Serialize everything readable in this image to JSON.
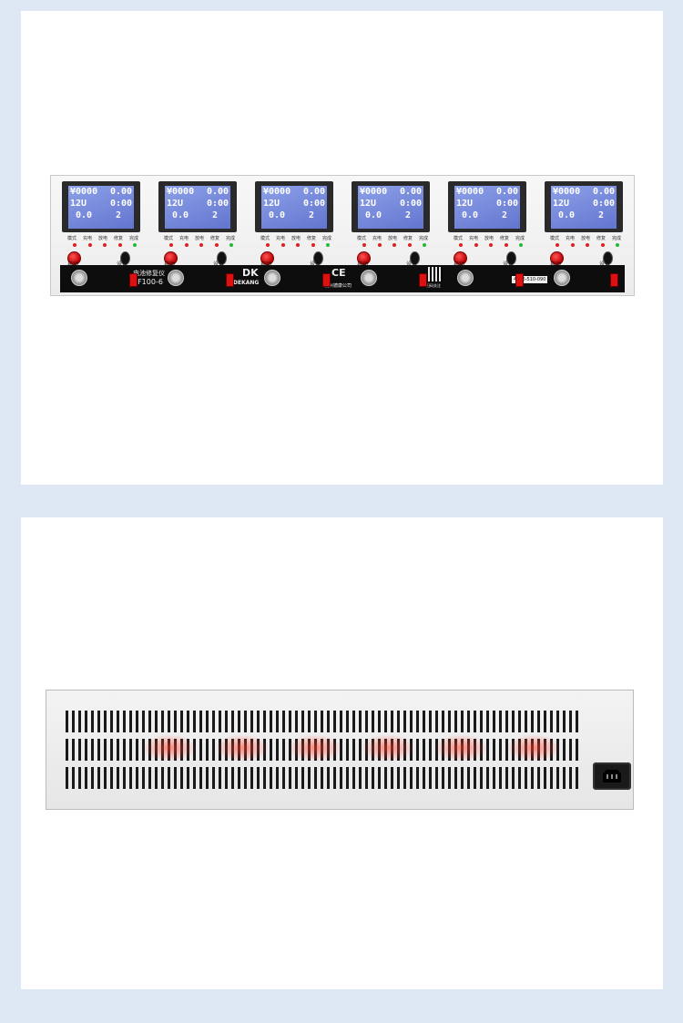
{
  "colors": {
    "page_bg": "#dde8f4",
    "card_bg": "#ffffff",
    "lcd_bg": "#6f82d8",
    "led_red": "#dd2222",
    "led_green": "#22bb33"
  },
  "front_panel": {
    "modules": [
      {
        "l1a": "¥0000",
        "l1b": "0.00",
        "l2a": "12U",
        "l2b": "0:00",
        "l3a": "0.0",
        "l3b": "2",
        "led_labels": [
          "模式",
          "充电",
          "放电",
          "修复",
          "完成"
        ],
        "start_label": "启动",
        "set_label": "设置"
      },
      {
        "l1a": "¥0000",
        "l1b": "0.00",
        "l2a": "12U",
        "l2b": "0:00",
        "l3a": "0.0",
        "l3b": "2",
        "led_labels": [
          "模式",
          "充电",
          "放电",
          "修复",
          "完成"
        ],
        "start_label": "启动",
        "set_label": "设置"
      },
      {
        "l1a": "¥0000",
        "l1b": "0.00",
        "l2a": "12U",
        "l2b": "0:00",
        "l3a": "0.0",
        "l3b": "2",
        "led_labels": [
          "模式",
          "充电",
          "放电",
          "修复",
          "完成"
        ],
        "start_label": "启动",
        "set_label": "设置"
      },
      {
        "l1a": "¥0000",
        "l1b": "0.00",
        "l2a": "12U",
        "l2b": "0:00",
        "l3a": "0.0",
        "l3b": "2",
        "led_labels": [
          "模式",
          "充电",
          "放电",
          "修复",
          "完成"
        ],
        "start_label": "启动",
        "set_label": "设置"
      },
      {
        "l1a": "¥0000",
        "l1b": "0.00",
        "l2a": "12U",
        "l2b": "0:00",
        "l3a": "0.0",
        "l3b": "2",
        "led_labels": [
          "模式",
          "充电",
          "放电",
          "修复",
          "完成"
        ],
        "start_label": "启动",
        "set_label": "设置"
      },
      {
        "l1a": "¥0000",
        "l1b": "0.00",
        "l2a": "12U",
        "l2b": "0:00",
        "l3a": "0.0",
        "l3b": "2",
        "led_labels": [
          "模式",
          "充电",
          "放电",
          "修复",
          "完成"
        ],
        "start_label": "启动",
        "set_label": "设置"
      }
    ],
    "product_name": "电池修复仪",
    "model": "SF100-6",
    "brand_mark": "DK",
    "brand_name": "DEKANG",
    "certification": "CE",
    "company": "杭州德康公司",
    "qr_caption": "扫码关注",
    "phone": "4006-510-090"
  },
  "rear_panel": {
    "power_inlet": "iec-power-inlet-icon"
  }
}
